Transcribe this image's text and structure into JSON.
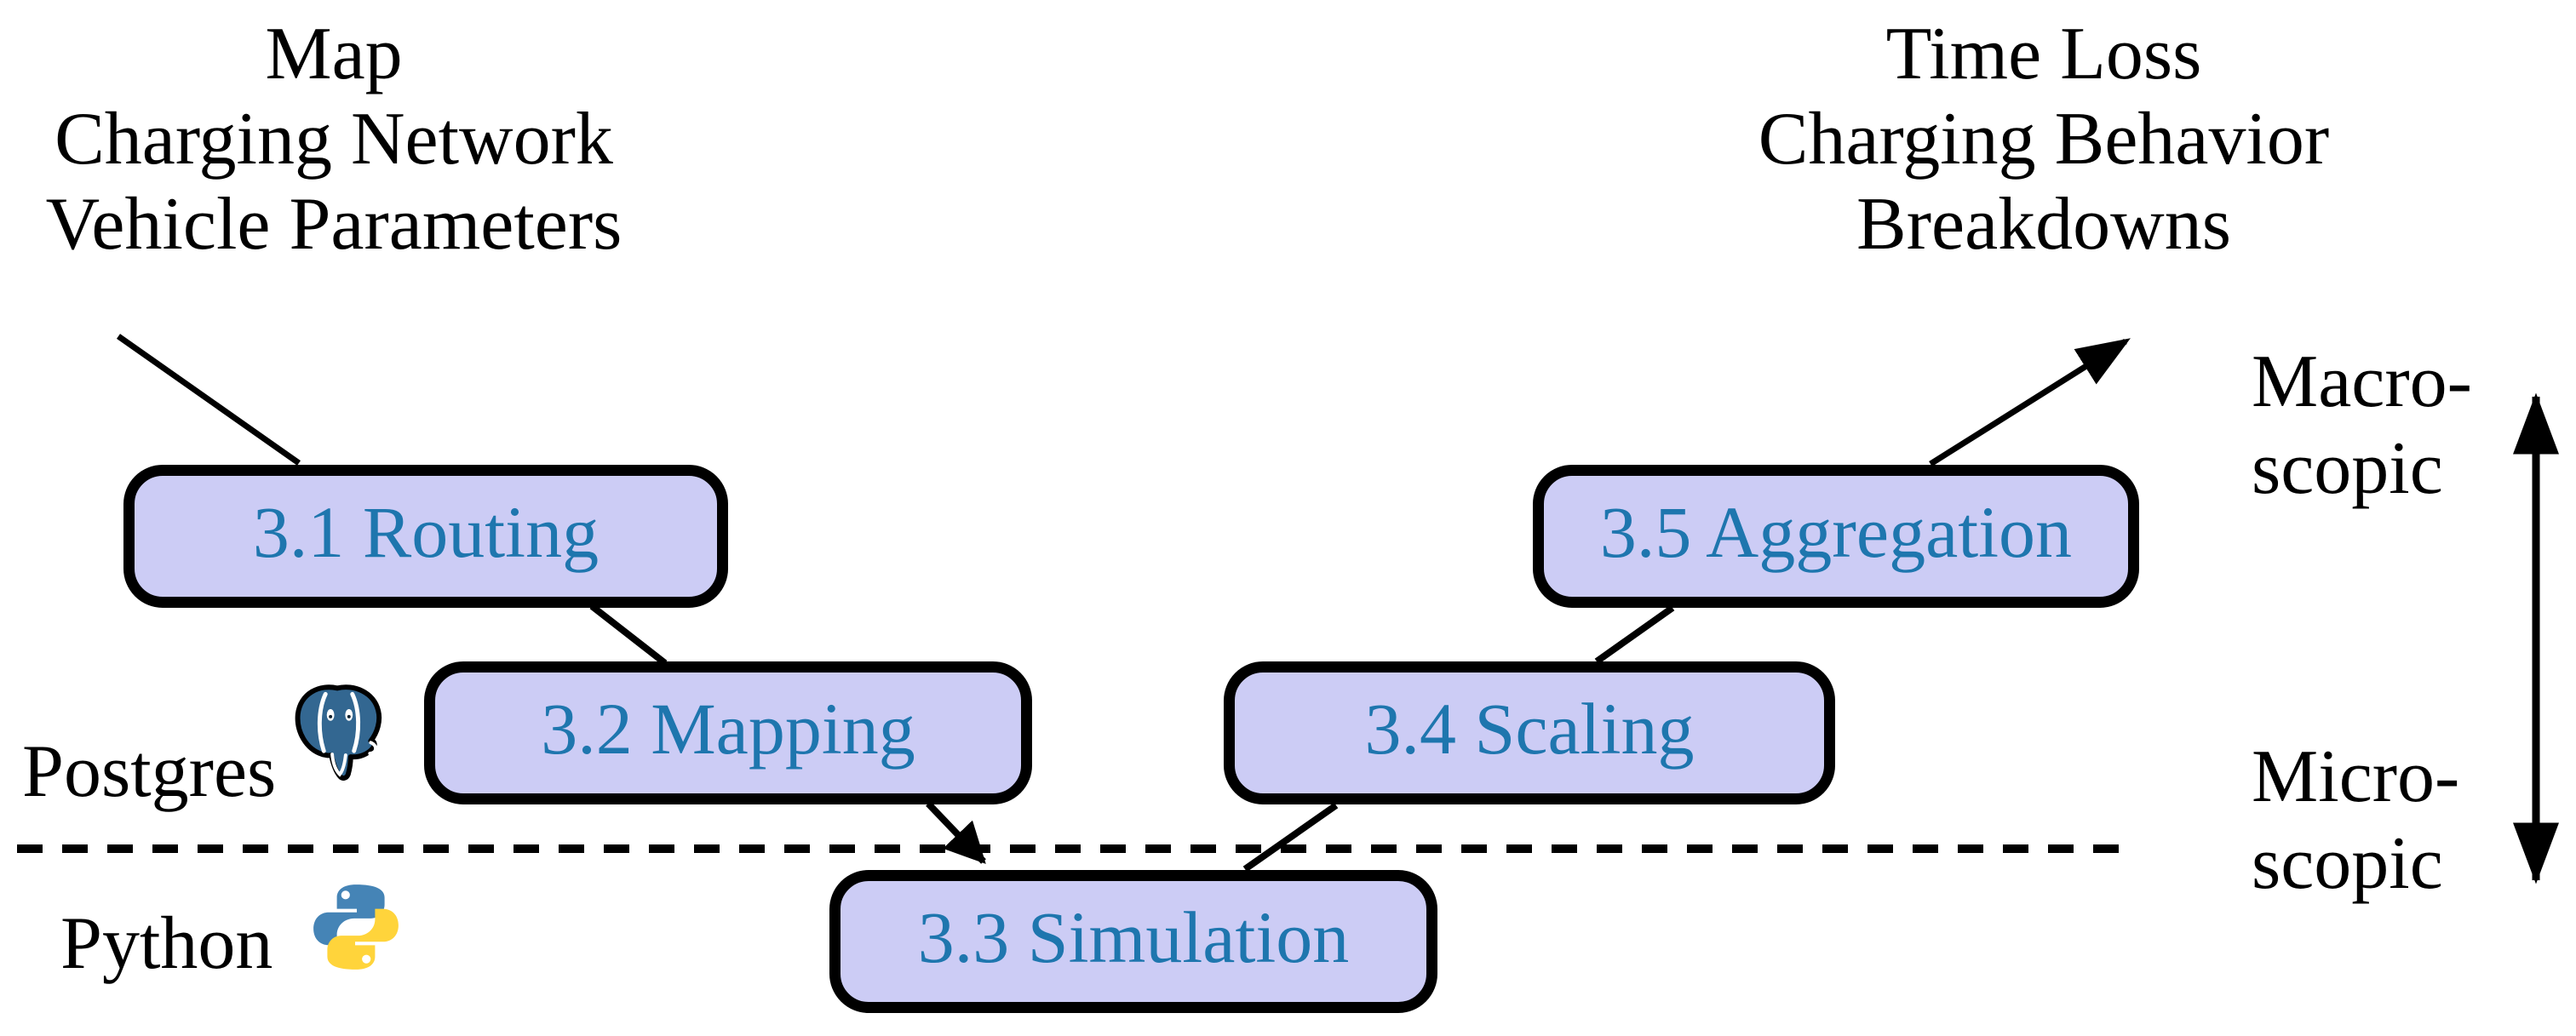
{
  "figure": {
    "input_label": {
      "line1": "Map",
      "line2": "Charging Network",
      "line3": "Vehicle Parameters"
    },
    "output_label": {
      "line1": "Time Loss",
      "line2": "Charging Behavior",
      "line3": "Breakdowns"
    },
    "boxes": {
      "routing": "3.1 Routing",
      "mapping": "3.2 Mapping",
      "simulation": "3.3 Simulation",
      "scaling": "3.4 Scaling",
      "aggregation": "3.5 Aggregation"
    },
    "tech_labels": {
      "postgres": "Postgres",
      "python": "Python"
    },
    "icons": {
      "postgres": "postgresql-elephant-icon",
      "python": "python-logo-icon"
    },
    "scale_axis": {
      "macro_line1": "Macro-",
      "macro_line2": "scopic",
      "micro_line1": "Micro-",
      "micro_line2": "scopic"
    },
    "colors": {
      "box_fill": "#ccccf5",
      "box_border": "#000000",
      "box_text": "#1e76ae",
      "postgres_blue": "#336791",
      "python_blue": "#4584b6",
      "python_yellow": "#ffd43b",
      "line_color": "#000000",
      "background": "#ffffff",
      "label_text": "#000000"
    }
  }
}
